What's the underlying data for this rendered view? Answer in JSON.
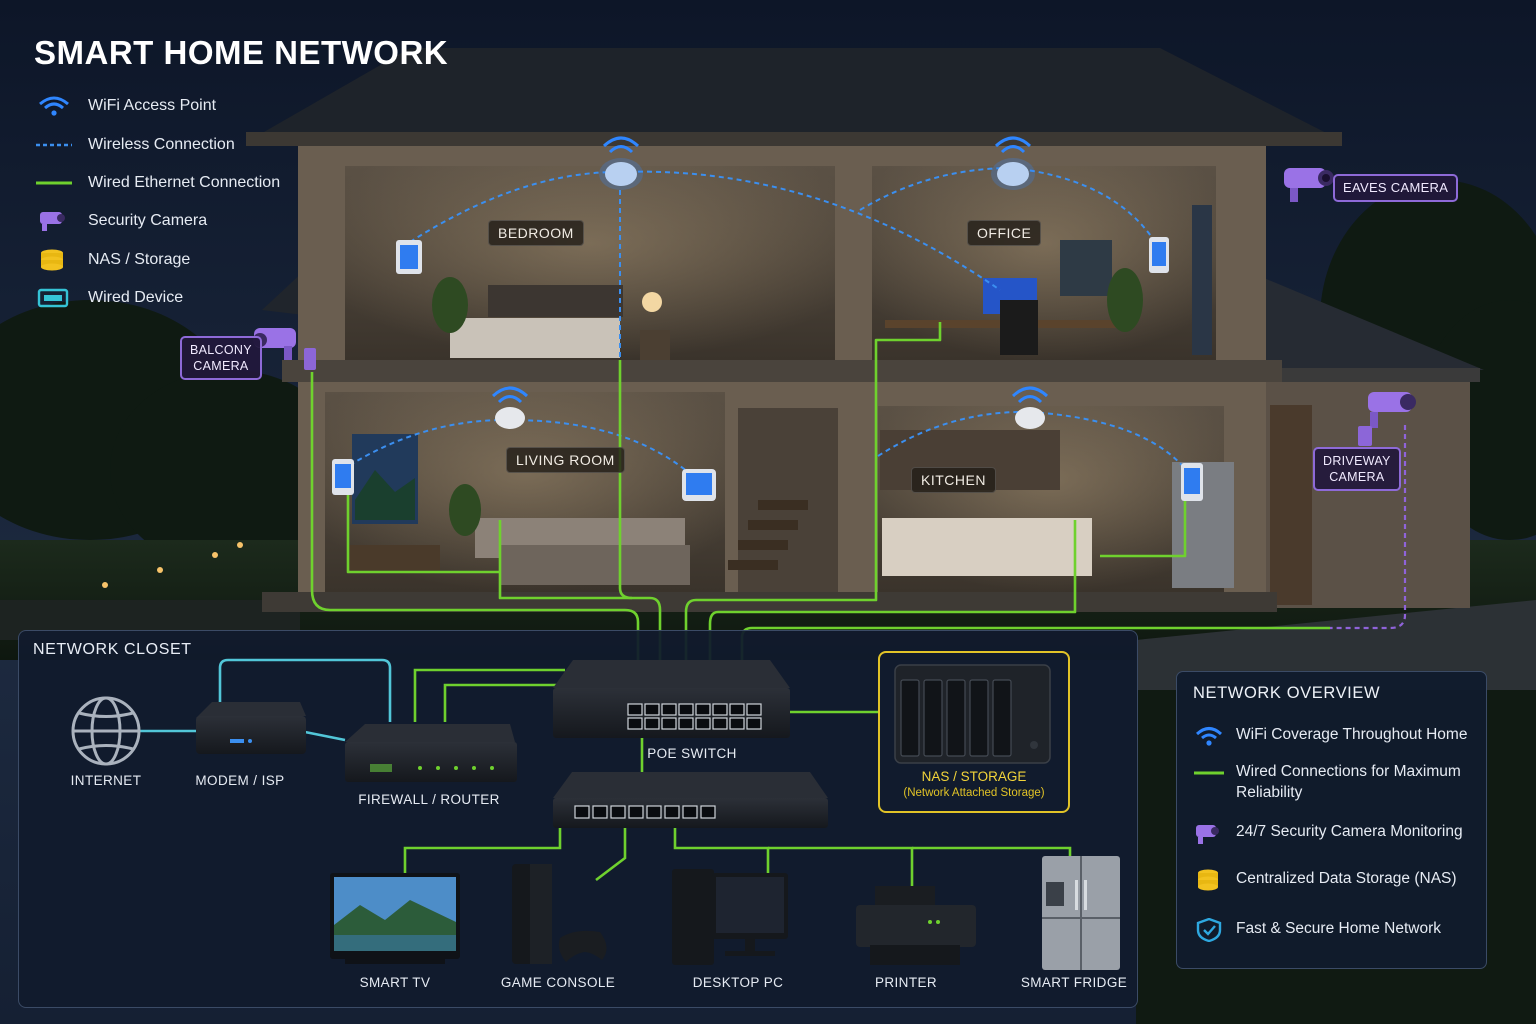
{
  "title": "SMART HOME NETWORK",
  "legend": [
    {
      "icon": "wifi-icon",
      "label": "WiFi Access Point"
    },
    {
      "icon": "dashed-line-icon",
      "label": "Wireless Connection"
    },
    {
      "icon": "solid-line-icon",
      "label": "Wired Ethernet Connection"
    },
    {
      "icon": "security-camera-icon",
      "label": "Security Camera"
    },
    {
      "icon": "database-icon",
      "label": "NAS / Storage"
    },
    {
      "icon": "wired-device-icon",
      "label": "Wired Device"
    }
  ],
  "rooms": {
    "bedroom": "BEDROOM",
    "office": "OFFICE",
    "living_room": "LIVING ROOM",
    "kitchen": "KITCHEN"
  },
  "cameras": {
    "eaves": "EAVES CAMERA",
    "balcony_line1": "BALCONY",
    "balcony_line2": "CAMERA",
    "driveway_line1": "DRIVEWAY",
    "driveway_line2": "CAMERA"
  },
  "closet": {
    "title": "NETWORK CLOSET",
    "internet": "INTERNET",
    "modem": "MODEM / ISP",
    "router": "FIREWALL / ROUTER",
    "poe_switch": "POE SWITCH",
    "nas": "NAS / STORAGE",
    "nas_sub": "(Network Attached Storage)",
    "devices": {
      "tv": "SMART TV",
      "console": "GAME CONSOLE",
      "pc": "DESKTOP PC",
      "printer": "PRINTER",
      "fridge": "SMART FRIDGE"
    }
  },
  "overview": {
    "title": "NETWORK OVERVIEW",
    "items": [
      {
        "icon": "wifi-icon",
        "label": "WiFi Coverage Throughout Home"
      },
      {
        "icon": "solid-line-icon",
        "label": "Wired Connections for Maximum Reliability"
      },
      {
        "icon": "security-camera-icon",
        "label": "24/7 Security Camera Monitoring"
      },
      {
        "icon": "database-icon",
        "label": "Centralized Data Storage (NAS)"
      },
      {
        "icon": "shield-check-icon",
        "label": "Fast & Secure Home Network"
      }
    ]
  },
  "colors": {
    "wired": "#6fd12e",
    "wireless": "#3b8ff0",
    "camera": "#8f63d9",
    "nas": "#e1c327",
    "wired_device": "#35c3d6",
    "modem_link": "#52c6d8"
  }
}
